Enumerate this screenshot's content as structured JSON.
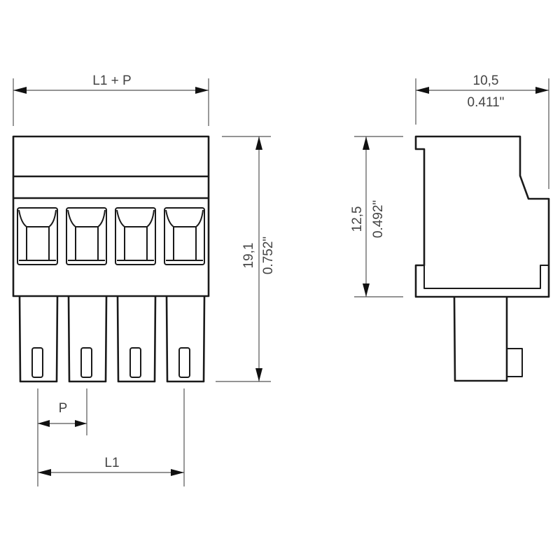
{
  "drawing": {
    "type": "technical dimension drawing",
    "subject": "4-pole pluggable terminal block connector",
    "front_view": {
      "pole_count": 4,
      "dimensions": {
        "overall_width_label": "L1 + P",
        "height_mm": "19,1",
        "height_in": "0.752\"",
        "pitch_label": "P",
        "length_label": "L1"
      }
    },
    "side_view": {
      "dimensions": {
        "depth_mm": "10,5",
        "depth_in": "0.411\"",
        "height_mm": "12,5",
        "height_in": "0.492\""
      }
    }
  },
  "colors": {
    "outline": "#1a1a1a",
    "dimension_line": "#555555",
    "label_text": "#444444",
    "background": "#ffffff"
  }
}
